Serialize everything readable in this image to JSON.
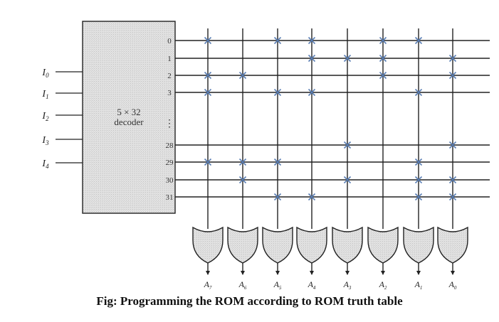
{
  "decoder": {
    "line1": "5 × 32",
    "line2": "decoder"
  },
  "inputs": [
    {
      "letter": "I",
      "sub": "0"
    },
    {
      "letter": "I",
      "sub": "1"
    },
    {
      "letter": "I",
      "sub": "2"
    },
    {
      "letter": "I",
      "sub": "3"
    },
    {
      "letter": "I",
      "sub": "4"
    }
  ],
  "rows": [
    "0",
    "1",
    "2",
    "3",
    "28",
    "29",
    "30",
    "31"
  ],
  "ellipsis": "⋮",
  "outputs": [
    {
      "letter": "A",
      "sub": "7"
    },
    {
      "letter": "A",
      "sub": "6"
    },
    {
      "letter": "A",
      "sub": "5"
    },
    {
      "letter": "A",
      "sub": "4"
    },
    {
      "letter": "A",
      "sub": "3"
    },
    {
      "letter": "A",
      "sub": "2"
    },
    {
      "letter": "A",
      "sub": "1"
    },
    {
      "letter": "A",
      "sub": "0"
    }
  ],
  "connections": [
    [
      1,
      0,
      1,
      1,
      0,
      1,
      1,
      0
    ],
    [
      0,
      0,
      0,
      1,
      1,
      1,
      0,
      1
    ],
    [
      1,
      1,
      0,
      0,
      0,
      1,
      0,
      1
    ],
    [
      1,
      0,
      1,
      1,
      0,
      0,
      1,
      0
    ],
    [
      0,
      0,
      0,
      0,
      1,
      0,
      0,
      1
    ],
    [
      1,
      1,
      1,
      0,
      0,
      0,
      1,
      0
    ],
    [
      0,
      1,
      0,
      0,
      1,
      0,
      1,
      1
    ],
    [
      0,
      0,
      1,
      1,
      0,
      0,
      1,
      1
    ]
  ],
  "colors": {
    "line": "#222222",
    "cross": "#5b7fb5",
    "decoder_fill": "#e3e3e3",
    "gate_fill": "#e6e6e6"
  },
  "caption": "Fig: Programming the ROM according to ROM truth table"
}
